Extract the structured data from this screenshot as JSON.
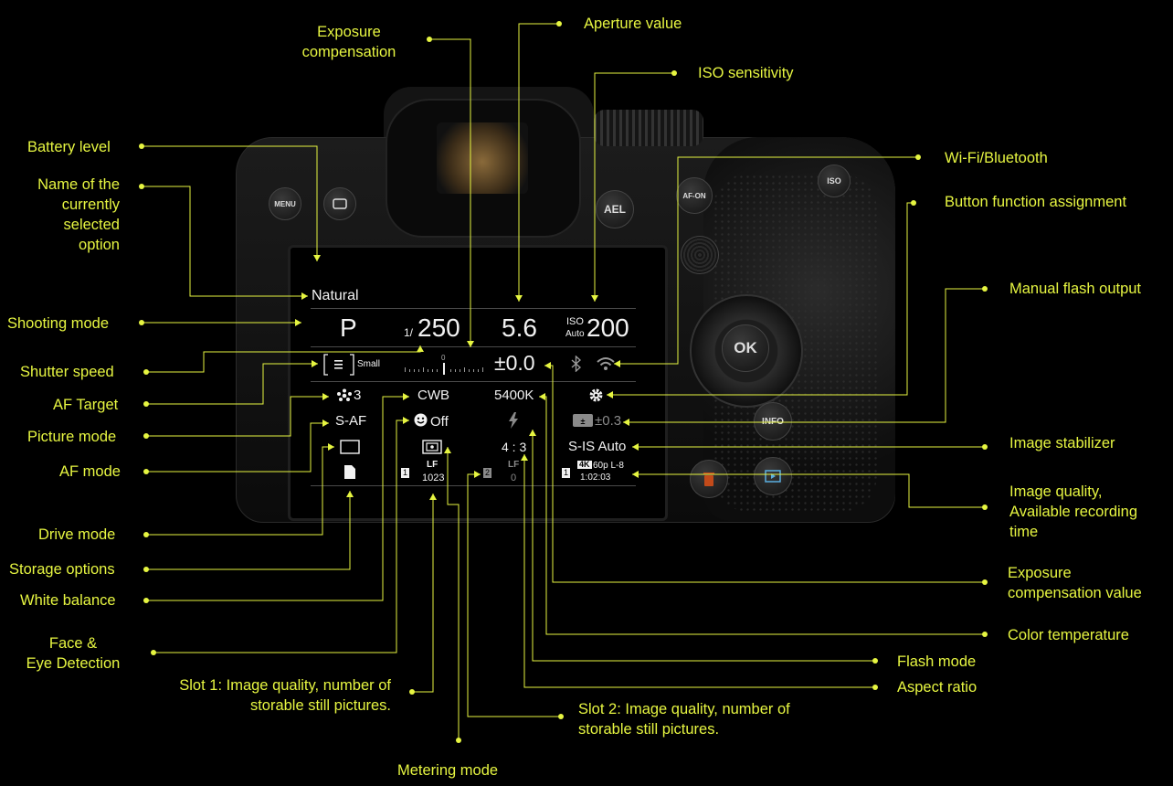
{
  "labels": {
    "exposure_compensation": "Exposure\ncompensation",
    "aperture_value": "Aperture value",
    "iso_sensitivity": "ISO sensitivity",
    "battery_level": "Battery level",
    "name_of_option": "Name of the\ncurrently\nselected\noption",
    "wifi_bluetooth": "Wi-Fi/Bluetooth",
    "button_function": "Button function assignment",
    "manual_flash": "Manual flash output",
    "shooting_mode": "Shooting mode",
    "shutter_speed": "Shutter speed",
    "af_target": "AF Target",
    "picture_mode": "Picture mode",
    "image_stabilizer": "Image stabilizer",
    "af_mode": "AF mode",
    "image_quality_time": "Image quality,\nAvailable recording\ntime",
    "drive_mode": "Drive mode",
    "storage_options": "Storage options",
    "exposure_comp_value": "Exposure\ncompensation value",
    "white_balance": "White balance",
    "color_temperature": "Color temperature",
    "face_eye": "Face &\nEye Detection",
    "flash_mode": "Flash mode",
    "aspect_ratio": "Aspect ratio",
    "slot1": "Slot 1: Image quality, number of\nstorable still pictures.",
    "slot2": "Slot 2: Image quality, number of\nstorable still pictures.",
    "metering_mode": "Metering mode"
  },
  "lcd": {
    "picture_name": "Natural",
    "mode": "P",
    "shutter_prefix": "1/",
    "shutter": "250",
    "aperture": "5.6",
    "iso_top": "ISO",
    "iso_bottom": "Auto",
    "iso_value": "200",
    "size": "Small",
    "scale_zero": "0",
    "exp_comp": "±0.0",
    "af_target_num": "3",
    "wb": "CWB",
    "color_temp": "5400K",
    "af_mode": "S-AF",
    "face": "Off",
    "flash_output": "±0.3",
    "aspect": "4 : 3",
    "stabilizer": "S-IS Auto",
    "slot1_q": "LF",
    "slot1_count": "1023",
    "slot2_q": "LF",
    "slot2_count": "0",
    "slot1_num": "1",
    "slot2_num": "2",
    "movie_slot": "1",
    "movie_badge": "4K",
    "movie_mode": "60p L-8",
    "movie_time": "1:02:03"
  },
  "buttons": {
    "menu": "MENU",
    "ael": "AEL",
    "afon": "AF-ON",
    "iso": "ISO",
    "ok": "OK",
    "info": "INFO"
  },
  "colors": {
    "accent": "#e6f541",
    "lcd_text": "#f2f2f2"
  }
}
